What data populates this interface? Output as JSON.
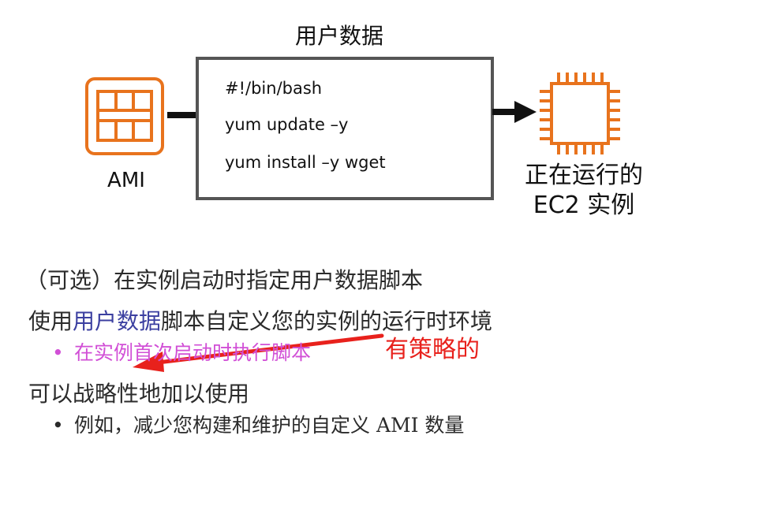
{
  "diagram": {
    "title": "用户数据",
    "ami_label": "AMI",
    "code_lines": [
      "#!/bin/bash",
      "yum update –y",
      "yum install –y wget"
    ],
    "ec2_label_line1": "正在运行的",
    "ec2_label_line2": "EC2 实例",
    "colors": {
      "aws_orange": "#e8731d",
      "box_border": "#555555",
      "arrow": "#111111"
    },
    "icons": {
      "ami": "ami-icon",
      "ec2": "ec2-instance-icon"
    }
  },
  "content": {
    "line1": "（可选）在实例启动时指定用户数据脚本",
    "line2_prefix": "使用",
    "line2_highlight": "用户数据",
    "line2_suffix": "脚本自定义您的实例的运行时环境",
    "bullet1": "在实例首次启动时执行脚本",
    "line3": "可以战略性地加以使用",
    "bullet2": "例如，减少您构建和维护的自定义 AMI 数量",
    "bullet_symbol": "•"
  },
  "annotation": {
    "text": "有策略的",
    "color": "#e8211c"
  }
}
